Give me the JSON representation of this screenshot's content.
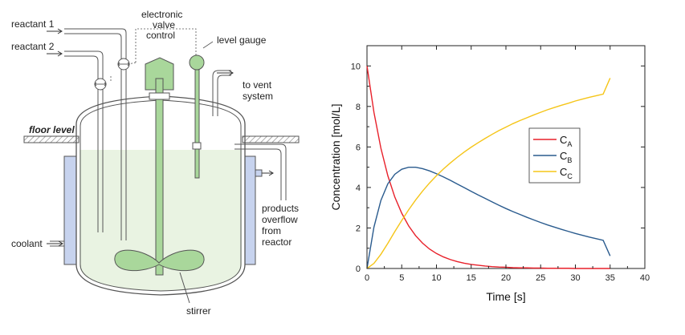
{
  "diagram": {
    "labels": {
      "reactant1": "reactant 1",
      "reactant2": "reactant 2",
      "valve_line1": "electronic",
      "valve_line2": "valve",
      "valve_line3": "control",
      "level_gauge": "level gauge",
      "vent_line1": "to vent",
      "vent_line2": "system",
      "floor_level": "floor level",
      "products_line1": "products",
      "products_line2": "overflow",
      "products_line3": "from",
      "products_line4": "reactor",
      "coolant": "coolant",
      "stirrer": "stirrer"
    },
    "colors": {
      "jacket": "#c7d3ee",
      "liquid": "#e9f3e2",
      "stirrer": "#a9d79b",
      "stroke": "#555555"
    }
  },
  "chart_data": {
    "type": "line",
    "title": "",
    "xlabel": "Time [s]",
    "ylabel": "Concentration [mol/L]",
    "xlim": [
      0,
      40
    ],
    "ylim": [
      0,
      11
    ],
    "xticks": [
      0,
      5,
      10,
      15,
      20,
      25,
      30,
      35,
      40
    ],
    "yticks": [
      0,
      2,
      4,
      6,
      8,
      10
    ],
    "x": [
      0,
      1,
      2,
      3,
      4,
      5,
      6,
      7,
      8,
      9,
      10,
      11,
      12,
      13,
      14,
      15,
      16,
      17,
      18,
      19,
      20,
      21,
      22,
      23,
      24,
      25,
      26,
      27,
      28,
      29,
      30,
      31,
      32,
      33,
      34,
      35
    ],
    "series": [
      {
        "name": "C",
        "sub": "A",
        "color": "#e8202a",
        "values": [
          10.0,
          7.71,
          5.94,
          4.58,
          3.53,
          2.73,
          2.1,
          1.62,
          1.25,
          0.96,
          0.74,
          0.57,
          0.44,
          0.34,
          0.26,
          0.2,
          0.16,
          0.12,
          0.09,
          0.07,
          0.06,
          0.04,
          0.03,
          0.03,
          0.02,
          0.02,
          0.01,
          0.01,
          0.01,
          0.01,
          0.0,
          0.0,
          0.0,
          0.0,
          0.0,
          0.0
        ]
      },
      {
        "name": "C",
        "sub": "B",
        "color": "#2a5b8e",
        "values": [
          0.0,
          2.04,
          3.36,
          4.18,
          4.65,
          4.9,
          5.0,
          5.0,
          4.93,
          4.82,
          4.68,
          4.52,
          4.35,
          4.17,
          3.99,
          3.81,
          3.63,
          3.46,
          3.29,
          3.12,
          2.96,
          2.81,
          2.67,
          2.53,
          2.4,
          2.27,
          2.15,
          2.04,
          1.93,
          1.83,
          1.73,
          1.64,
          1.55,
          1.47,
          1.39,
          0.62
        ]
      },
      {
        "name": "C",
        "sub": "C",
        "color": "#f5c518",
        "values": [
          0.0,
          0.25,
          0.7,
          1.24,
          1.82,
          2.37,
          2.9,
          3.38,
          3.82,
          4.22,
          4.58,
          4.91,
          5.21,
          5.49,
          5.75,
          5.99,
          6.21,
          6.42,
          6.62,
          6.81,
          6.98,
          7.15,
          7.3,
          7.44,
          7.58,
          7.71,
          7.84,
          7.95,
          8.06,
          8.16,
          8.27,
          8.36,
          8.45,
          8.53,
          8.61,
          9.4
        ]
      }
    ],
    "grid": false,
    "legend_position": "center-right"
  }
}
